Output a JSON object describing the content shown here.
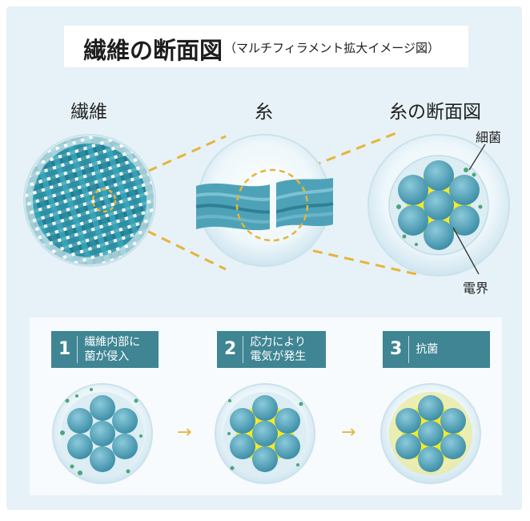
{
  "title": {
    "main": "繊維の断面図",
    "sub": "（マルチフィラメント拡大イメージ図）"
  },
  "top_labels": {
    "fiber": "繊維",
    "thread": "糸",
    "cross_section": "糸の断面図"
  },
  "callouts": {
    "bacteria": "細菌",
    "electric_field": "電界"
  },
  "steps": [
    {
      "number": "1",
      "line1": "繊維内部に",
      "line2": "菌が侵入"
    },
    {
      "number": "2",
      "line1": "応力により",
      "line2": "電気が発生"
    },
    {
      "number": "3",
      "line1": "抗菌",
      "line2": ""
    }
  ],
  "arrow_glyph": "→",
  "colors": {
    "panel_bg": "#e6f2f8",
    "step_box": "#3f8593",
    "filament": "#5aa9bf",
    "electric_field": "#f2ea2a",
    "bacteria": "#4aa77a",
    "dashed_line": "#e7b43a"
  }
}
